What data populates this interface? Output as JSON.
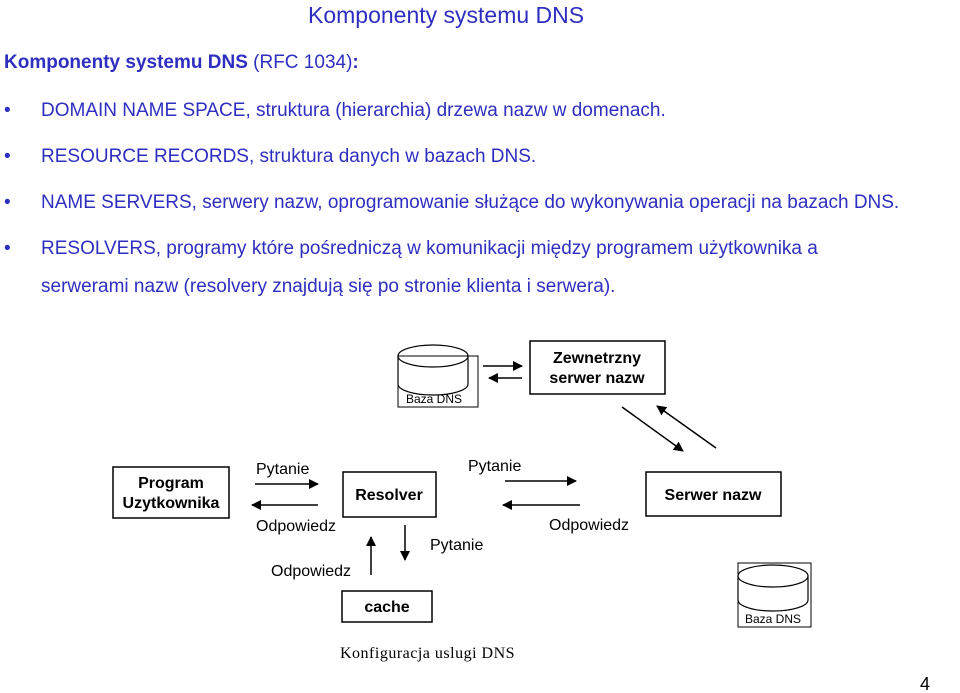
{
  "slide": {
    "title": "Komponenty systemu DNS",
    "heading_bold": "Komponenty systemu DNS",
    "heading_rest": " (RFC 1034)",
    "heading_colon": ":",
    "bullet_symbol": "•",
    "bullets": [
      "DOMAIN NAME SPACE, struktura (hierarchia) drzewa nazw w domenach.",
      "RESOURCE RECORDS, struktura danych w bazach DNS.",
      "NAME SERVERS, serwery nazw, oprogramowanie służące do wykonywania operacji na bazach DNS.",
      "RESOLVERS, programy które pośredniczą w komunikacji między programem użytkownika a",
      "serwerami nazw (resolvery znajdują się po stronie klienta i serwera)."
    ],
    "page_number": "4"
  },
  "diagram": {
    "baza_dns_top": "Baza DNS",
    "external_server_line1": "Zewnetrzny",
    "external_server_line2": "serwer nazw",
    "program_line1": "Program",
    "program_line2": "Uzytkownika",
    "resolver": "Resolver",
    "serwer_nazw": "Serwer nazw",
    "baza_dns_bottom": "Baza DNS",
    "cache": "cache",
    "pytanie_left": "Pytanie",
    "odpowiedz_left": "Odpowiedz",
    "pytanie_right": "Pytanie",
    "odpowiedz_right": "Odpowiedz",
    "pytanie_cache": "Pytanie",
    "odpowiedz_cache": "Odpowiedz",
    "caption": "Konfiguracja uslugi DNS",
    "text_color": "#2e2ec0"
  }
}
